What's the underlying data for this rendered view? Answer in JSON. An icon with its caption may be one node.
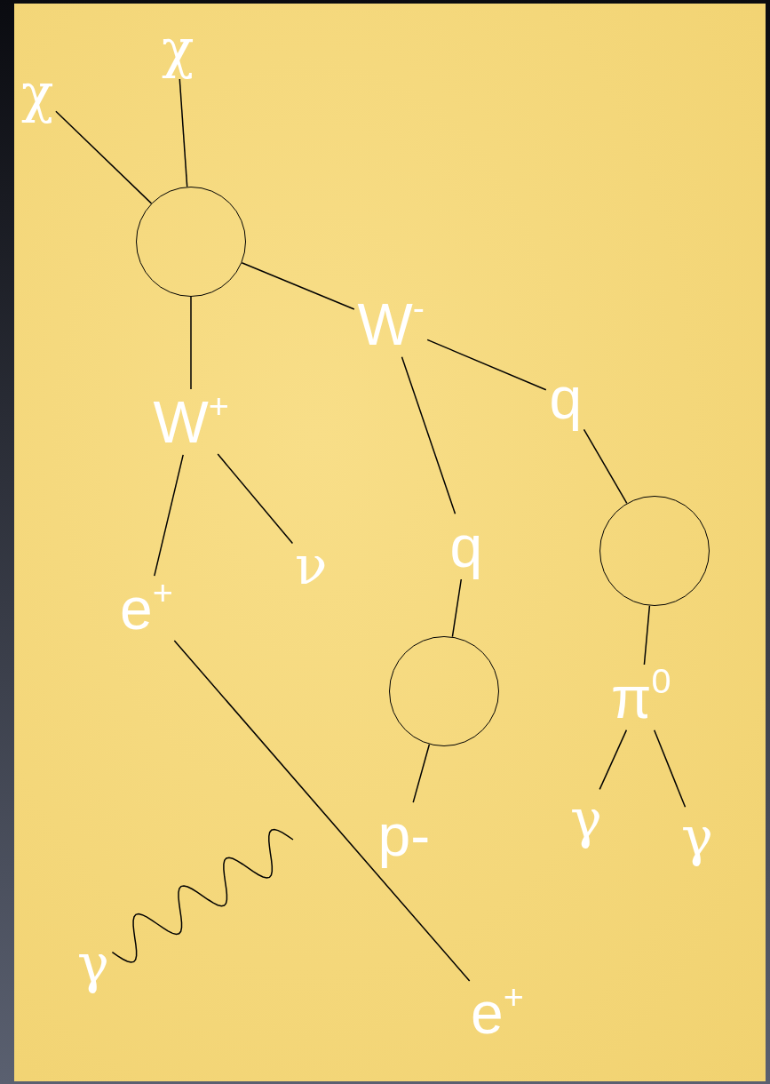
{
  "diagram": {
    "nodes": [
      {
        "text": [
          "χ"
        ]
      },
      {
        "text": [
          "χ"
        ]
      },
      {
        "text": [],
        "shape": "circle"
      },
      {
        "text": [
          "W$^{-}$"
        ]
      },
      {
        "text": [
          "W$^{+}$"
        ]
      },
      {
        "text": [
          "q"
        ]
      },
      {
        "text": [
          "ν"
        ]
      },
      {
        "text": [
          "q"
        ]
      },
      {
        "text": [],
        "shape": "circle"
      },
      {
        "text": [
          "e$^{+}$"
        ]
      },
      {
        "text": [],
        "shape": "circle"
      },
      {
        "text": [
          "π$^{0}$"
        ]
      },
      {
        "text": [
          "p-"
        ]
      },
      {
        "text": [
          "γ"
        ]
      },
      {
        "text": [
          "γ"
        ]
      },
      {
        "text": [
          "γ"
        ]
      },
      {
        "text": [
          "e$^{+}$"
        ]
      }
    ],
    "edges": [
      {
        "from": 0,
        "to": 2,
        "arrow": "none"
      },
      {
        "from": 1,
        "to": 2,
        "arrow": "none"
      },
      {
        "from": 2,
        "to": 3,
        "arrow": "none"
      },
      {
        "from": 2,
        "to": 4,
        "arrow": "none"
      },
      {
        "from": 3,
        "to": 5,
        "arrow": "none"
      },
      {
        "from": 3,
        "to": 7,
        "arrow": "none"
      },
      {
        "from": 4,
        "to": 9,
        "arrow": "none"
      },
      {
        "from": 4,
        "to": 6,
        "arrow": "none"
      },
      {
        "from": 5,
        "to": 8,
        "arrow": "none"
      },
      {
        "from": 7,
        "to": 10,
        "arrow": "none"
      },
      {
        "from": 8,
        "to": 11,
        "arrow": "none"
      },
      {
        "from": 10,
        "to": 12,
        "arrow": "none"
      },
      {
        "from": 11,
        "to": 13,
        "arrow": "none"
      },
      {
        "from": 11,
        "to": 14,
        "arrow": "none"
      },
      {
        "from": 9,
        "to": 16,
        "arrow": "none"
      },
      {
        "from": 15,
        "to": null,
        "arrow": "none"
      }
    ]
  }
}
